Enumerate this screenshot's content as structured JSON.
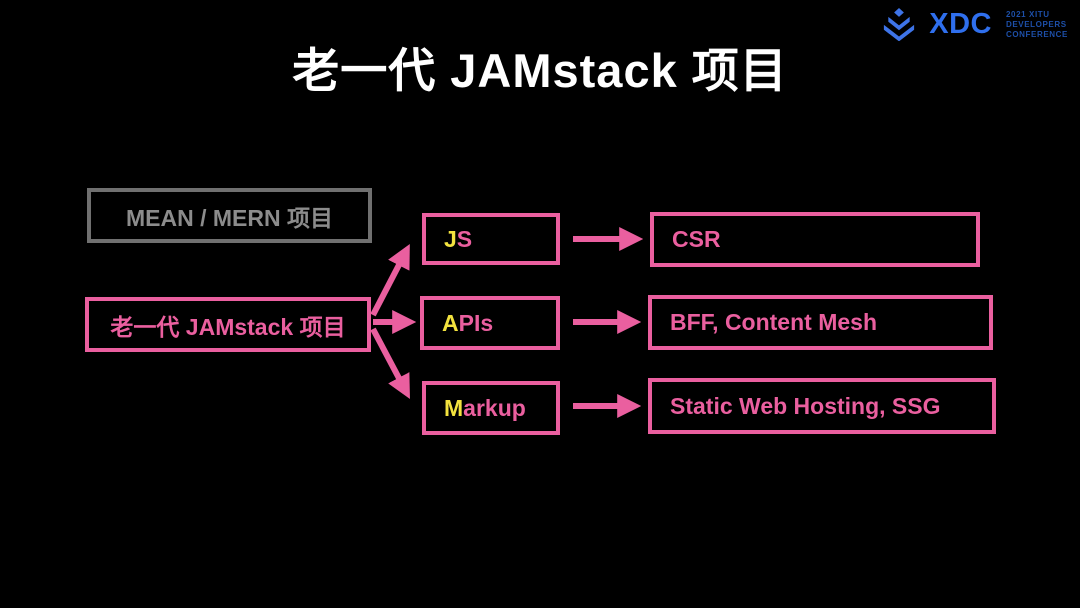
{
  "title": "老一代 JAMstack 项目",
  "logo": {
    "icon": "juejin-chevrons-icon",
    "brand": "XDC",
    "tagline_lines": [
      "2021 XITU",
      "DEVELOPERS",
      "CONFERENCE"
    ]
  },
  "colors": {
    "background": "#000000",
    "white": "#FFFFFF",
    "pink": "#EA5F9F",
    "yellow": "#F2E23E",
    "gray_border": "#707070",
    "gray_text": "#8C8C8C",
    "brand_blue": "#2F6FED",
    "tagline_blue": "#1D4FA8",
    "icon_blue": "#3E74E8"
  },
  "diagram": {
    "legacy_box": {
      "label": "MEAN / MERN 项目"
    },
    "source_box": {
      "label": "老一代 JAMstack 项目"
    },
    "middle_boxes": [
      {
        "first": "J",
        "rest": "S"
      },
      {
        "first": "A",
        "rest": "PIs"
      },
      {
        "first": "M",
        "rest": "arkup"
      }
    ],
    "result_boxes": [
      {
        "label": "CSR"
      },
      {
        "label": "BFF, Content Mesh"
      },
      {
        "label": "Static Web Hosting, SSG"
      }
    ]
  }
}
